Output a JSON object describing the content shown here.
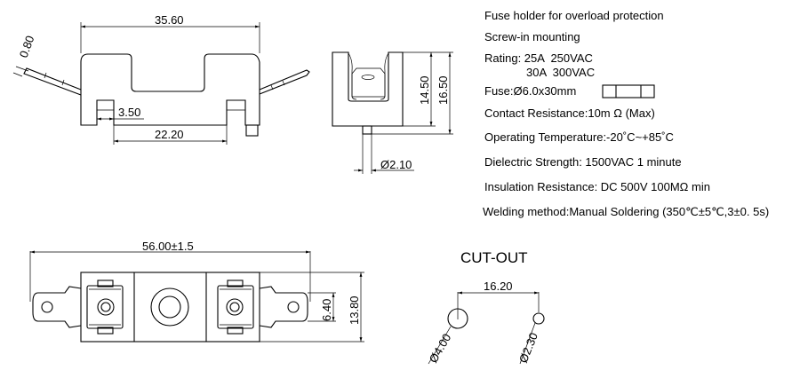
{
  "front_view": {
    "dims": {
      "overall_width": "35.60",
      "lead_thickness": "0.80",
      "foot_width": "3.50",
      "foot_spacing": "22.20"
    }
  },
  "side_view": {
    "dims": {
      "body_height": "14.50",
      "total_height": "16.50",
      "pin_diameter": "Ø2.10"
    }
  },
  "top_view": {
    "dims": {
      "overall_length": "56.00±1.5",
      "terminal_width": "6.40",
      "body_width": "13.80"
    }
  },
  "cutout": {
    "title": "CUT-OUT",
    "dims": {
      "hole_spacing": "16.20",
      "large_hole": "Ø4.00",
      "small_hole": "Ø2.30"
    }
  },
  "specs": {
    "description": "Fuse holder for overload protection",
    "mounting": "Screw-in mounting",
    "rating_line1": "Rating: 25A  250VAC",
    "rating_line2": "30A  300VAC",
    "fuse": "Fuse:Ø6.0x30mm",
    "contact_resistance": "Contact Resistance:10m Ω (Max)",
    "operating_temperature": "Operating Temperature:-20˚C~+85˚C",
    "dielectric_strength": "Dielectric Strength: 1500VAC 1 minute",
    "insulation_resistance": "Insulation Resistance: DC 500V 100MΩ min",
    "welding_method": "Welding method:Manual Soldering (350℃±5℃,3±0. 5s)"
  }
}
